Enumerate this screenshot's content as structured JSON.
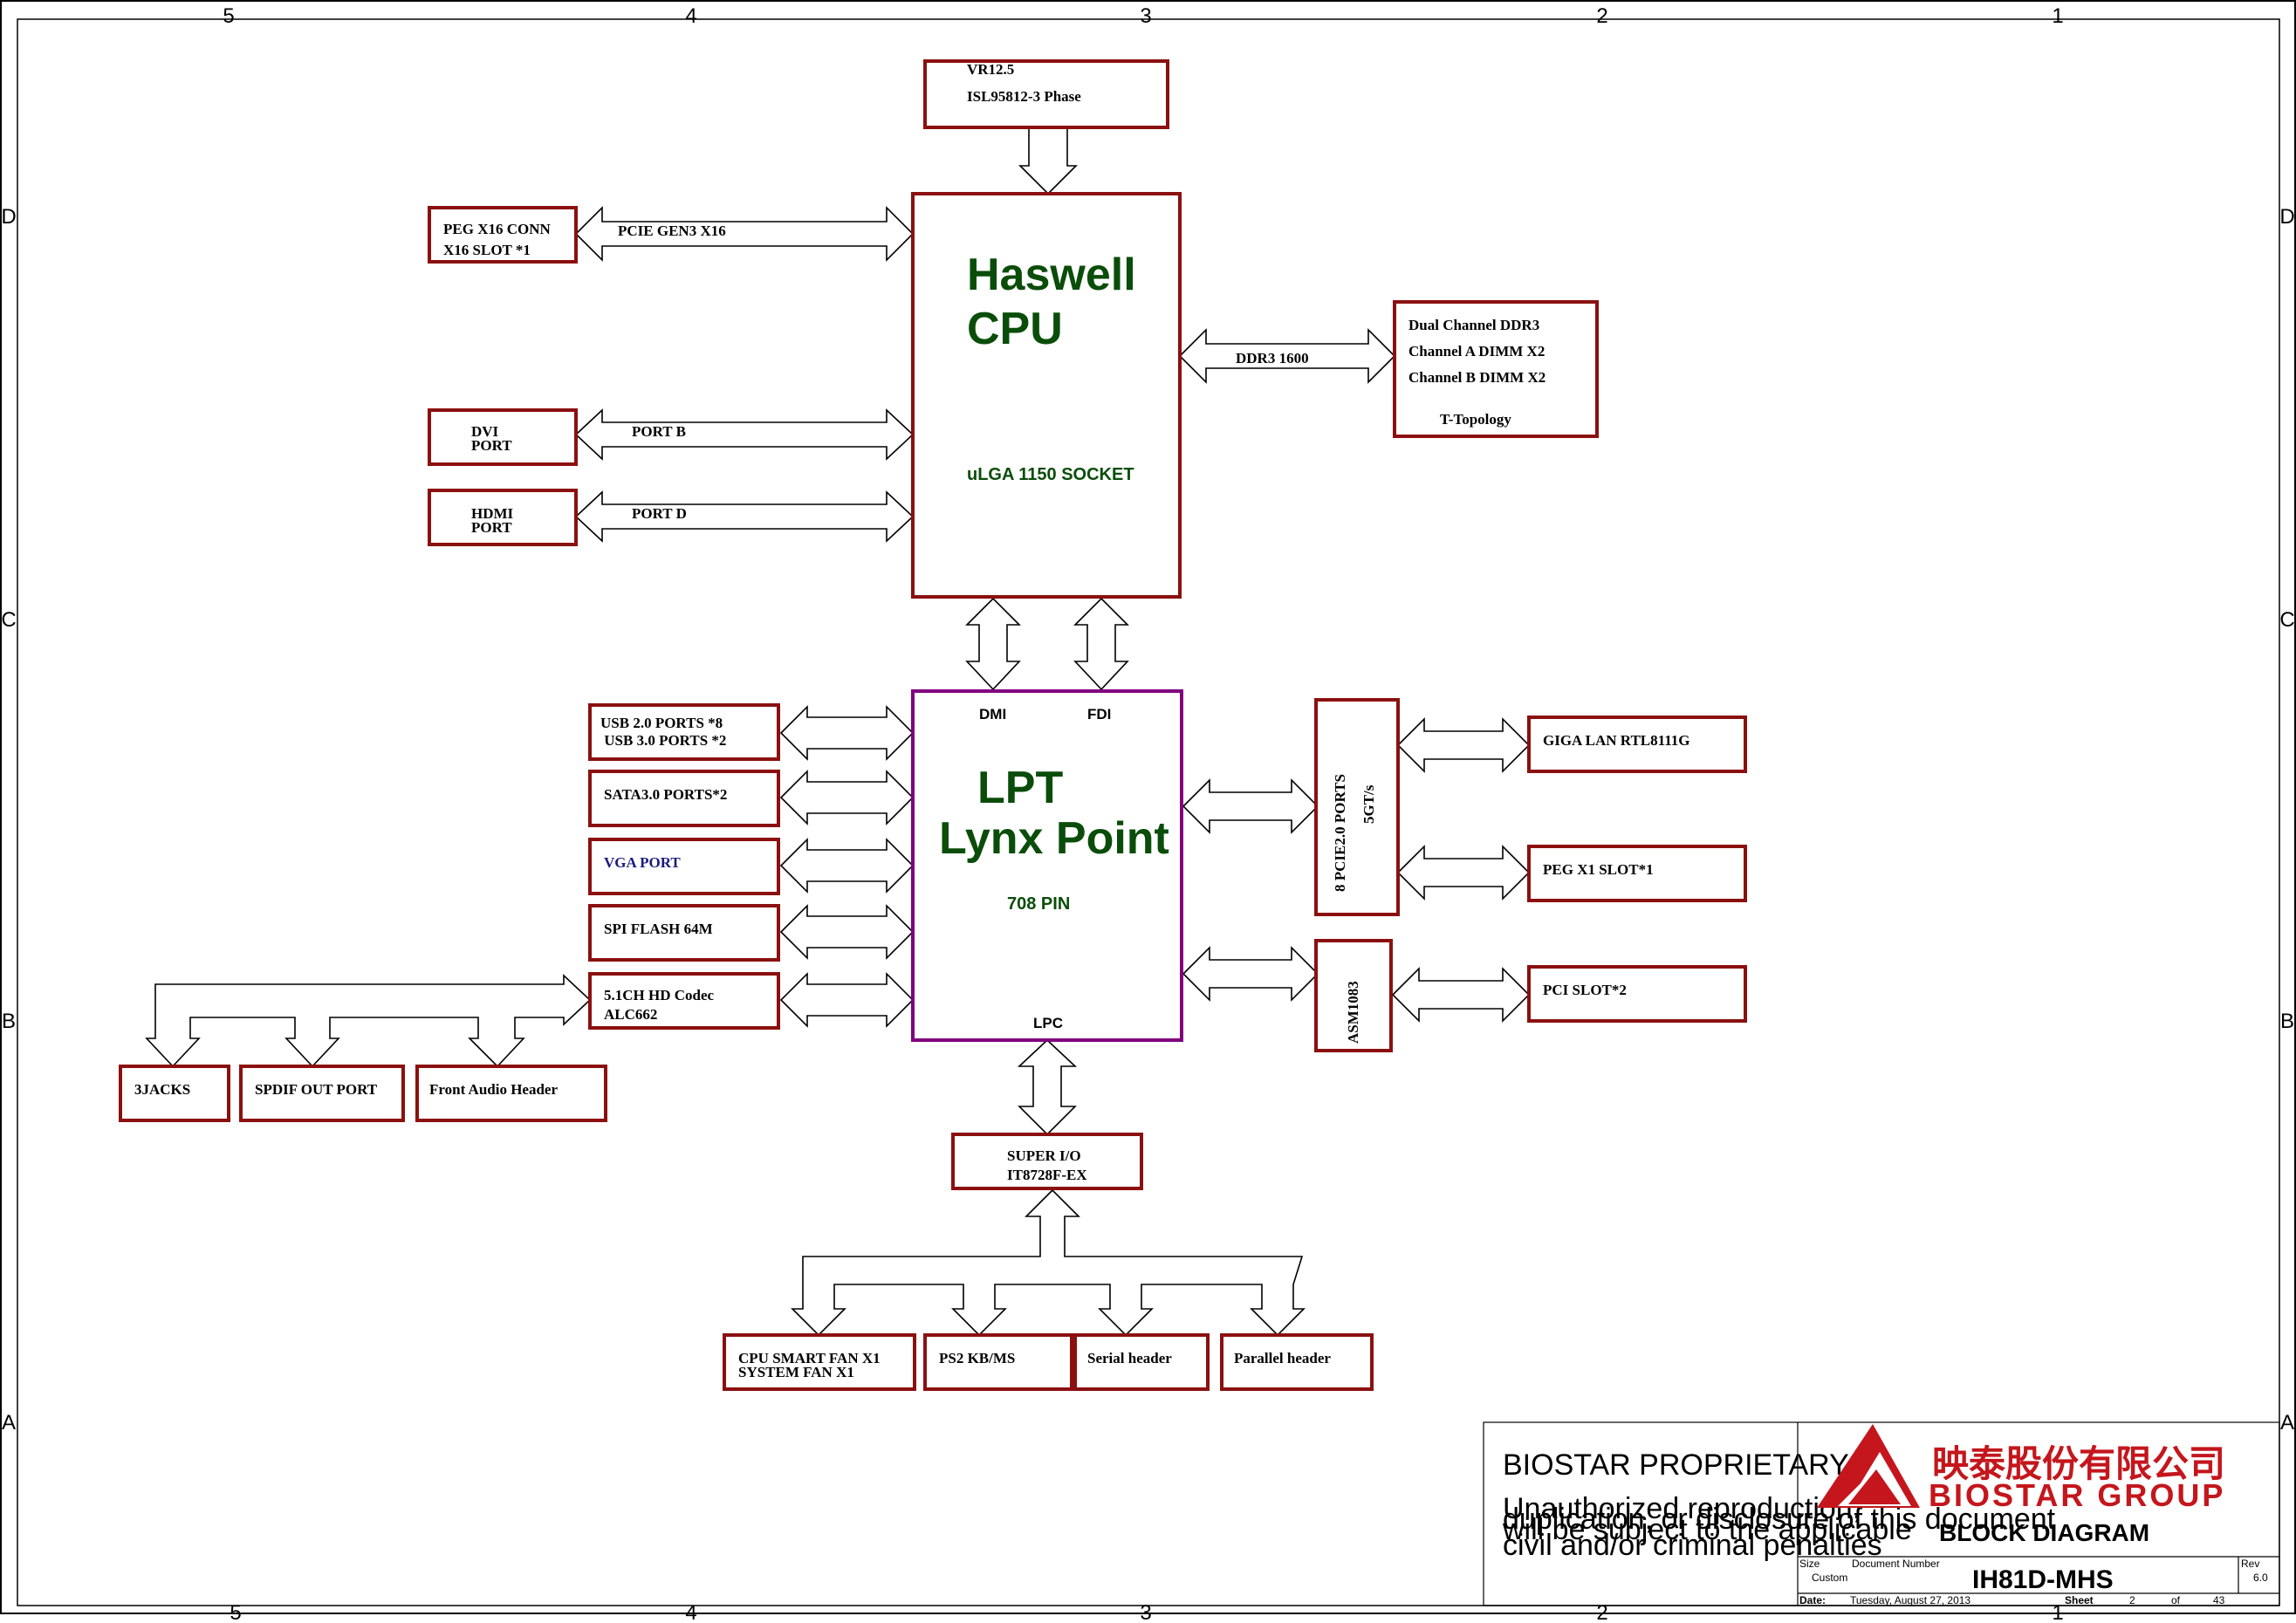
{
  "zones": {
    "columns": [
      "5",
      "4",
      "3",
      "2",
      "1"
    ],
    "rows": [
      "D",
      "C",
      "B",
      "A"
    ]
  },
  "cpu": {
    "line1": "Haswell",
    "line2": "CPU",
    "socket": "uLGA 1150 SOCKET"
  },
  "pch": {
    "line1": "LPT",
    "line2": "Lynx Point",
    "pins": "708 PIN",
    "dmi": "DMI",
    "fdi": "FDI",
    "lpc": "LPC"
  },
  "vr": {
    "line1": "VR12.5",
    "line2": "ISL95812-3 Phase"
  },
  "peg16": {
    "line1": "PEG X16 CONN",
    "line2": "X16 SLOT *1",
    "bus": "PCIE GEN3 X16"
  },
  "dvi": {
    "line1": "DVI",
    "line2": "PORT",
    "bus": "PORT B"
  },
  "hdmi": {
    "line1": "HDMI",
    "line2": "PORT",
    "bus": "PORT D"
  },
  "ddr": {
    "bus": "DDR3 1600",
    "line1": "Dual Channel DDR3",
    "line2": "Channel A DIMM X2",
    "line3": "Channel B DIMM X2",
    "line4": "T-Topology"
  },
  "pch_left": {
    "usb1": "USB 2.0 PORTS *8",
    "usb2": " USB 3.0 PORTS *2",
    "sata": "SATA3.0 PORTS*2",
    "vga": "VGA PORT",
    "spi": "SPI FLASH 64M",
    "codec1": "5.1CH HD Codec",
    "codec2": "ALC662"
  },
  "audio": {
    "jacks": "3JACKS",
    "spdif": "SPDIF OUT PORT",
    "front": "Front Audio Header"
  },
  "pcie": {
    "line1": "8 PCIE2.0 PORTS",
    "line2": "5GT/s",
    "asm": "ASM1083"
  },
  "pch_right": {
    "lan": "GIGA LAN RTL8111G",
    "pegx1": "PEG X1 SLOT*1",
    "pci": "PCI SLOT*2"
  },
  "sio": {
    "line1": "SUPER I/O",
    "line2": "IT8728F-EX"
  },
  "sio_children": {
    "fan1": "CPU SMART FAN X1",
    "fan2": "SYSTEM FAN X1",
    "ps2": "PS2 KB/MS",
    "serial": "Serial header",
    "parallel": "Parallel header"
  },
  "title_block": {
    "notice1": "BIOSTAR PROPRIETARY",
    "notice2": "Unauthorized reproduction,",
    "notice3": "duplication, or disclosure of this document",
    "notice4": "will be subject to the applicable",
    "notice5": "civil and/or criminal penalties",
    "company_cn": "映泰股份有限公司",
    "company_en": "BIOSTAR GROUP",
    "title": "BLOCK DIAGRAM",
    "size_label": "Size",
    "size_value": "Custom",
    "docnum_label": "Document Number",
    "docnum_value": "IH81D-MHS",
    "rev_label": "Rev",
    "rev_value": "6.0",
    "date_label": "Date:",
    "date_value": "Tuesday, August 27, 2013",
    "sheet_label": "Sheet",
    "sheet_value": "2",
    "of_label": "of",
    "of_value": "43"
  }
}
